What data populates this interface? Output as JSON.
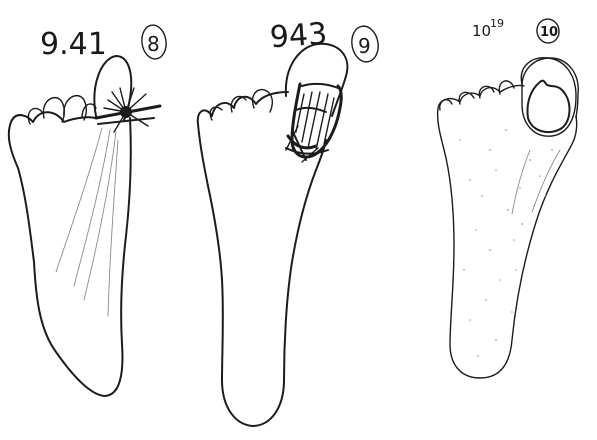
{
  "drawings": [
    {
      "time_label": "9.41",
      "index_label": "8",
      "icon": "foot-sole-outline-with-starburst-mark"
    },
    {
      "time_label": "943",
      "index_label": "9",
      "icon": "foot-sole-outline-with-hatched-area"
    },
    {
      "time_label": "10",
      "time_superscript": "19",
      "index_label": "10",
      "icon": "foot-sole-outline-with-circled-shape"
    }
  ]
}
